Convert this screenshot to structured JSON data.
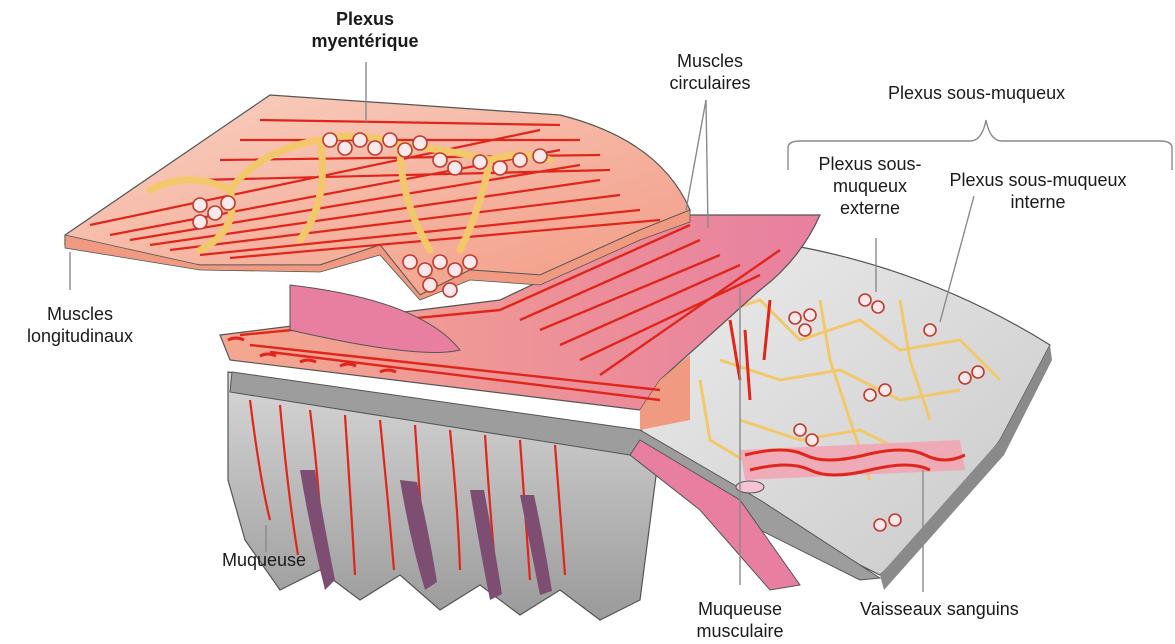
{
  "labels": {
    "plexus_myenterique": [
      "Plexus",
      "myentérique"
    ],
    "muscles_circulaires": [
      "Muscles",
      "circulaires"
    ],
    "plexus_sous_muqueux": "Plexus sous-muqueux",
    "plexus_sous_muqueux_externe": [
      "Plexus sous-",
      "muqueux",
      "externe"
    ],
    "plexus_sous_muqueux_interne": [
      "Plexus sous-muqueux",
      "interne"
    ],
    "muscles_longitudinaux": [
      "Muscles",
      "longitudinaux"
    ],
    "muqueuse": "Muqueuse",
    "muqueuse_musculaire": [
      "Muqueuse",
      "musculaire"
    ],
    "vaisseaux_sanguins": "Vaisseaux sanguins"
  },
  "colors": {
    "muscle_light": "#f6c3b2",
    "muscle_mid": "#f09a82",
    "muscle_pink": "#e87fa0",
    "nerve_yellow": "#f2c86a",
    "fiber_red": "#e0261b",
    "submucosa_grey": "#d9d9d9",
    "mucosa_purple": "#7e4e72",
    "line_grey": "#8a8a8a"
  }
}
